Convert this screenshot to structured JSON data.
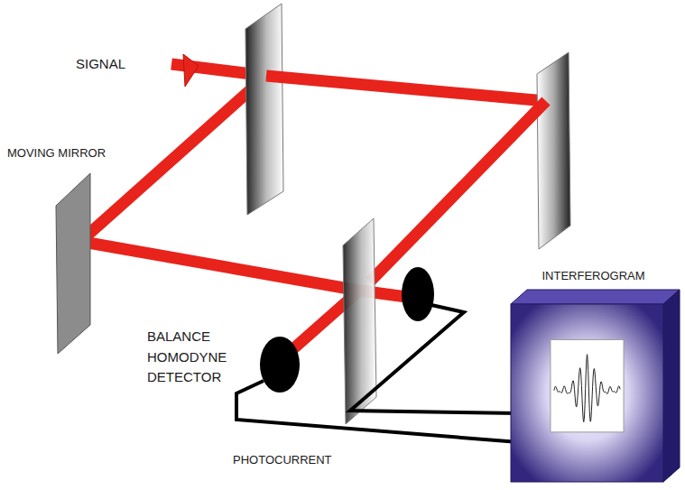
{
  "diagram": {
    "nodes": [
      {
        "text": [
          "INTERFEROGRAM"
        ]
      }
    ],
    "labels": [
      "SIGNAL",
      "MOVING MIRROR",
      "BALANCE HOMODYNE DETECTOR",
      "PHOTOCURRENT"
    ]
  }
}
